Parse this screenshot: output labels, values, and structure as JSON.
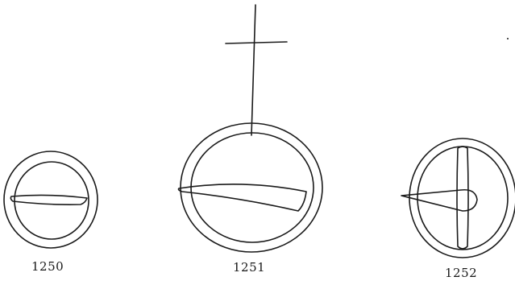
{
  "figures": [
    {
      "label": "1250",
      "symbol": "circle-with-horizontal-bar"
    },
    {
      "label": "1251",
      "symbol": "circle-with-horizontal-bar-and-cross-on-top"
    },
    {
      "label": "1252",
      "symbol": "circle-with-vertical-bar-and-pointer"
    }
  ],
  "ink_color": "#1a1a1a"
}
